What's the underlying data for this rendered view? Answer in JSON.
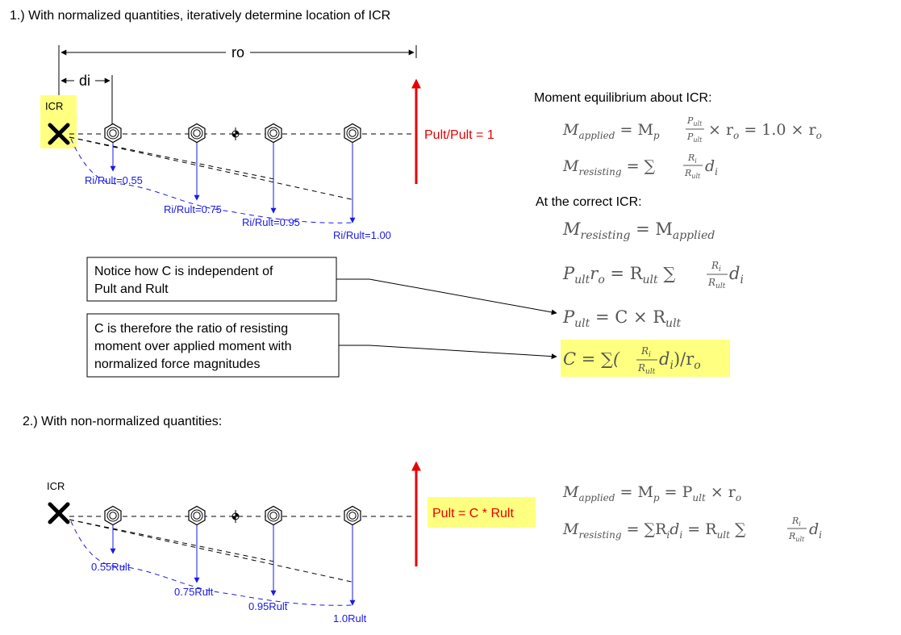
{
  "section1": {
    "heading": "1.) With normalized quantities, iteratively determine location of ICR",
    "ro_label": "ro",
    "di_label": "di",
    "icr_label": "ICR",
    "force_label": "Pult/Pult = 1",
    "bolt_labels": [
      "Ri/Rult=0.55",
      "Ri/Rult=0.75",
      "Ri/Rult=0.95",
      "Ri/Rult=1.00"
    ],
    "equilibrium_title": "Moment equilibrium about ICR:",
    "eq_applied": {
      "lhs": "M",
      "lhs_sub": "applied",
      "rest": " = M",
      "rest_sub": "p",
      "frac_num": "P",
      "frac_num_sub": "ult",
      "frac_den": "P",
      "frac_den_sub": "ult",
      "tail": "× r",
      "tail_sub": "o",
      "tail2": " = 1.0 × r",
      "tail2_sub": "o"
    },
    "eq_resisting": {
      "lhs": "M",
      "lhs_sub": "resisting",
      "rest": " = ∑",
      "frac_num": "R",
      "frac_num_sub": "i",
      "frac_den": "R",
      "frac_den_sub": "ult",
      "tail": "d",
      "tail_sub": "i"
    },
    "correct_icr_title": "At the correct ICR:",
    "eq_balance": {
      "lhs": "M",
      "lhs_sub": "resisting",
      "rest": " = M",
      "rest_sub": "applied"
    },
    "eq_pult_ro": {
      "a": "P",
      "a_sub": "ult",
      "b": "r",
      "b_sub": "o",
      "rest": " = R",
      "rest_sub": "ult",
      "sum": " ∑",
      "frac_num": "R",
      "frac_num_sub": "i",
      "frac_den": "R",
      "frac_den_sub": "ult",
      "tail": "d",
      "tail_sub": "i"
    },
    "eq_pult_c": {
      "a": "P",
      "a_sub": "ult",
      "rest": " = C × R",
      "rest_sub": "ult"
    },
    "eq_c": {
      "lhs": "C = ∑(",
      "frac_num": "R",
      "frac_num_sub": "i",
      "frac_den": "R",
      "frac_den_sub": "ult",
      "tail": "d",
      "tail_sub": "i",
      "tail2": ")/r",
      "tail2_sub": "o"
    },
    "note1_lines": [
      "Notice how C is independent of",
      "Pult and Rult"
    ],
    "note2_lines": [
      "C is therefore the ratio of resisting",
      "moment over applied moment with",
      "normalized force magnitudes"
    ]
  },
  "section2": {
    "heading": "2.) With non-normalized quantities:",
    "icr_label": "ICR",
    "force_label": "Pult = C * Rult",
    "bolt_labels": [
      "0.55Rult",
      "0.75Rult",
      "0.95Rult",
      "1.0Rult"
    ],
    "eq_applied": {
      "lhs": "M",
      "lhs_sub": "applied",
      "rest": " = M",
      "rest_sub": "p",
      "rest2": " = P",
      "rest2_sub": "ult",
      "tail": " × r",
      "tail_sub": "o"
    },
    "eq_resisting": {
      "lhs": "M",
      "lhs_sub": "resisting",
      "rest": " = ∑R",
      "rest_sub": "i",
      "d": "d",
      "d_sub": "i",
      "rest3": " = R",
      "rest3_sub": "ult",
      "sum": " ∑",
      "frac_num": "R",
      "frac_num_sub": "i",
      "frac_den": "R",
      "frac_den_sub": "ult",
      "tail": "d",
      "tail_sub": "i"
    }
  },
  "colors": {
    "highlight": "#ffff80",
    "force_arrow": "#e60000",
    "bolt_arrow": "#1a1ae6",
    "math_text": "#555555"
  }
}
